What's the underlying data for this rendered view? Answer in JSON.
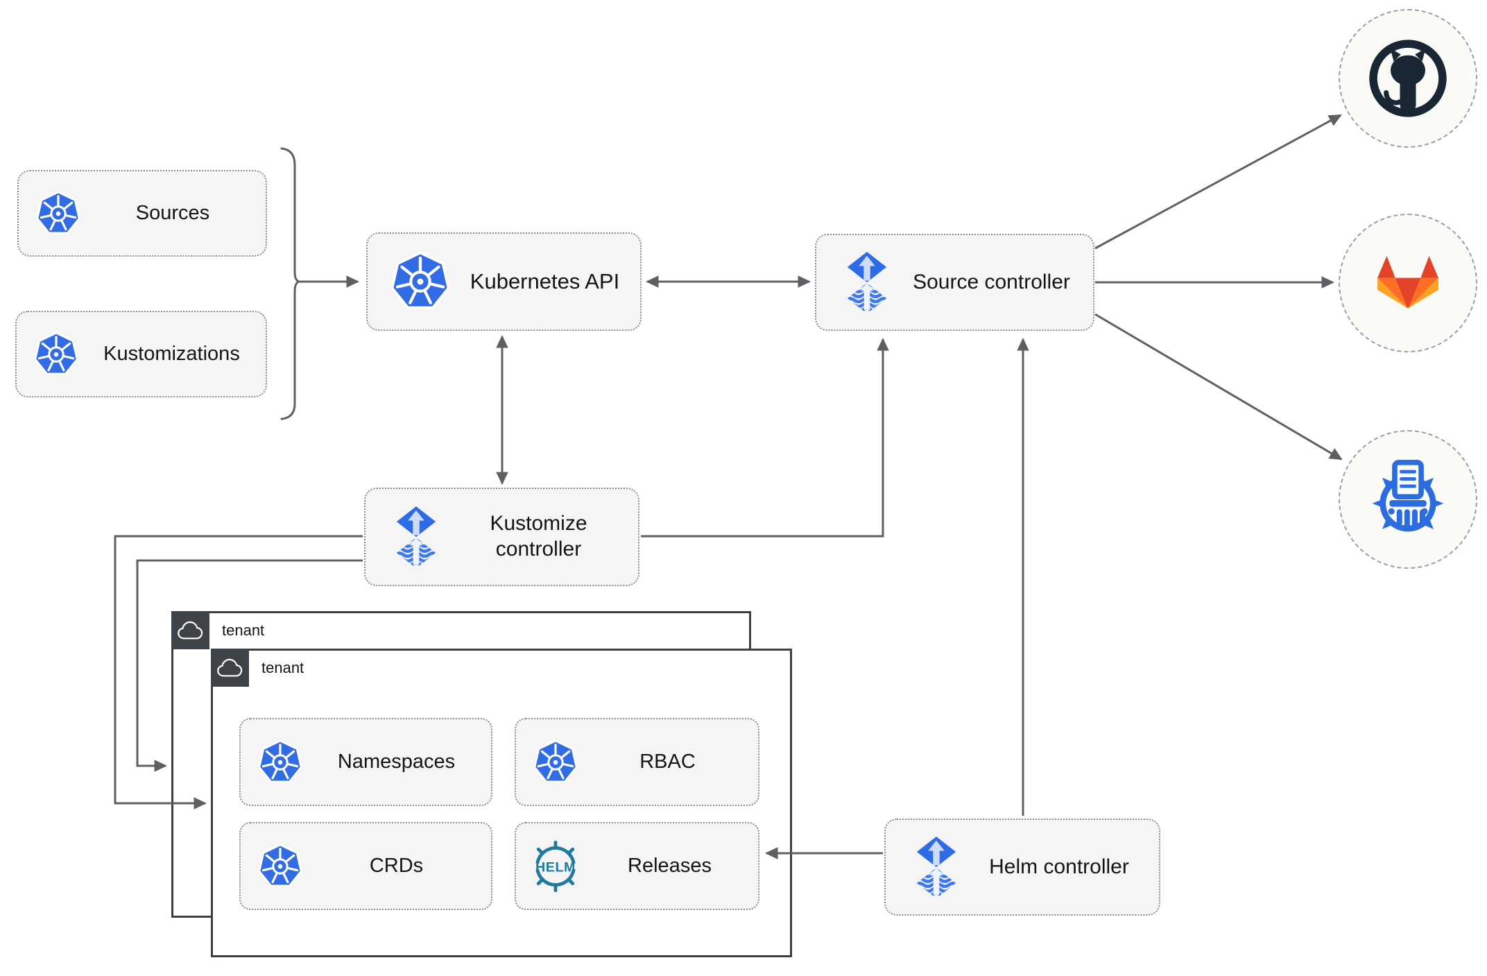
{
  "sources_group": {
    "items": [
      {
        "label": "Sources"
      },
      {
        "label": "Kustomizations"
      }
    ]
  },
  "nodes": {
    "kubernetes_api": {
      "label": "Kubernetes API"
    },
    "source_controller": {
      "label": "Source controller"
    },
    "kustomize_controller": {
      "label": "Kustomize controller"
    },
    "helm_controller": {
      "label": "Helm controller"
    }
  },
  "tenants": [
    {
      "label": "tenant"
    },
    {
      "label": "tenant"
    }
  ],
  "tenant_resources": [
    {
      "label": "Namespaces"
    },
    {
      "label": "RBAC"
    },
    {
      "label": "CRDs"
    },
    {
      "label": "Releases"
    }
  ],
  "remotes": [
    {
      "name": "GitHub"
    },
    {
      "name": "GitLab"
    },
    {
      "name": "Helm repository"
    }
  ],
  "helm_logo_text": "HELM",
  "colors": {
    "kubernetes_blue": "#326ce5",
    "flux_blue": "#2e6be6",
    "flux_light": "#cddcf8",
    "helm_teal": "#1f7a9e",
    "github_dark": "#182733",
    "gitlab_red": "#e24329",
    "gitlab_orange": "#fc6d26",
    "gitlab_yellow": "#fca326",
    "registry_blue": "#2b6ce0",
    "connector_gray": "#5d5f62",
    "tenant_header": "#3e4347",
    "node_fill": "#f5f5f5"
  }
}
